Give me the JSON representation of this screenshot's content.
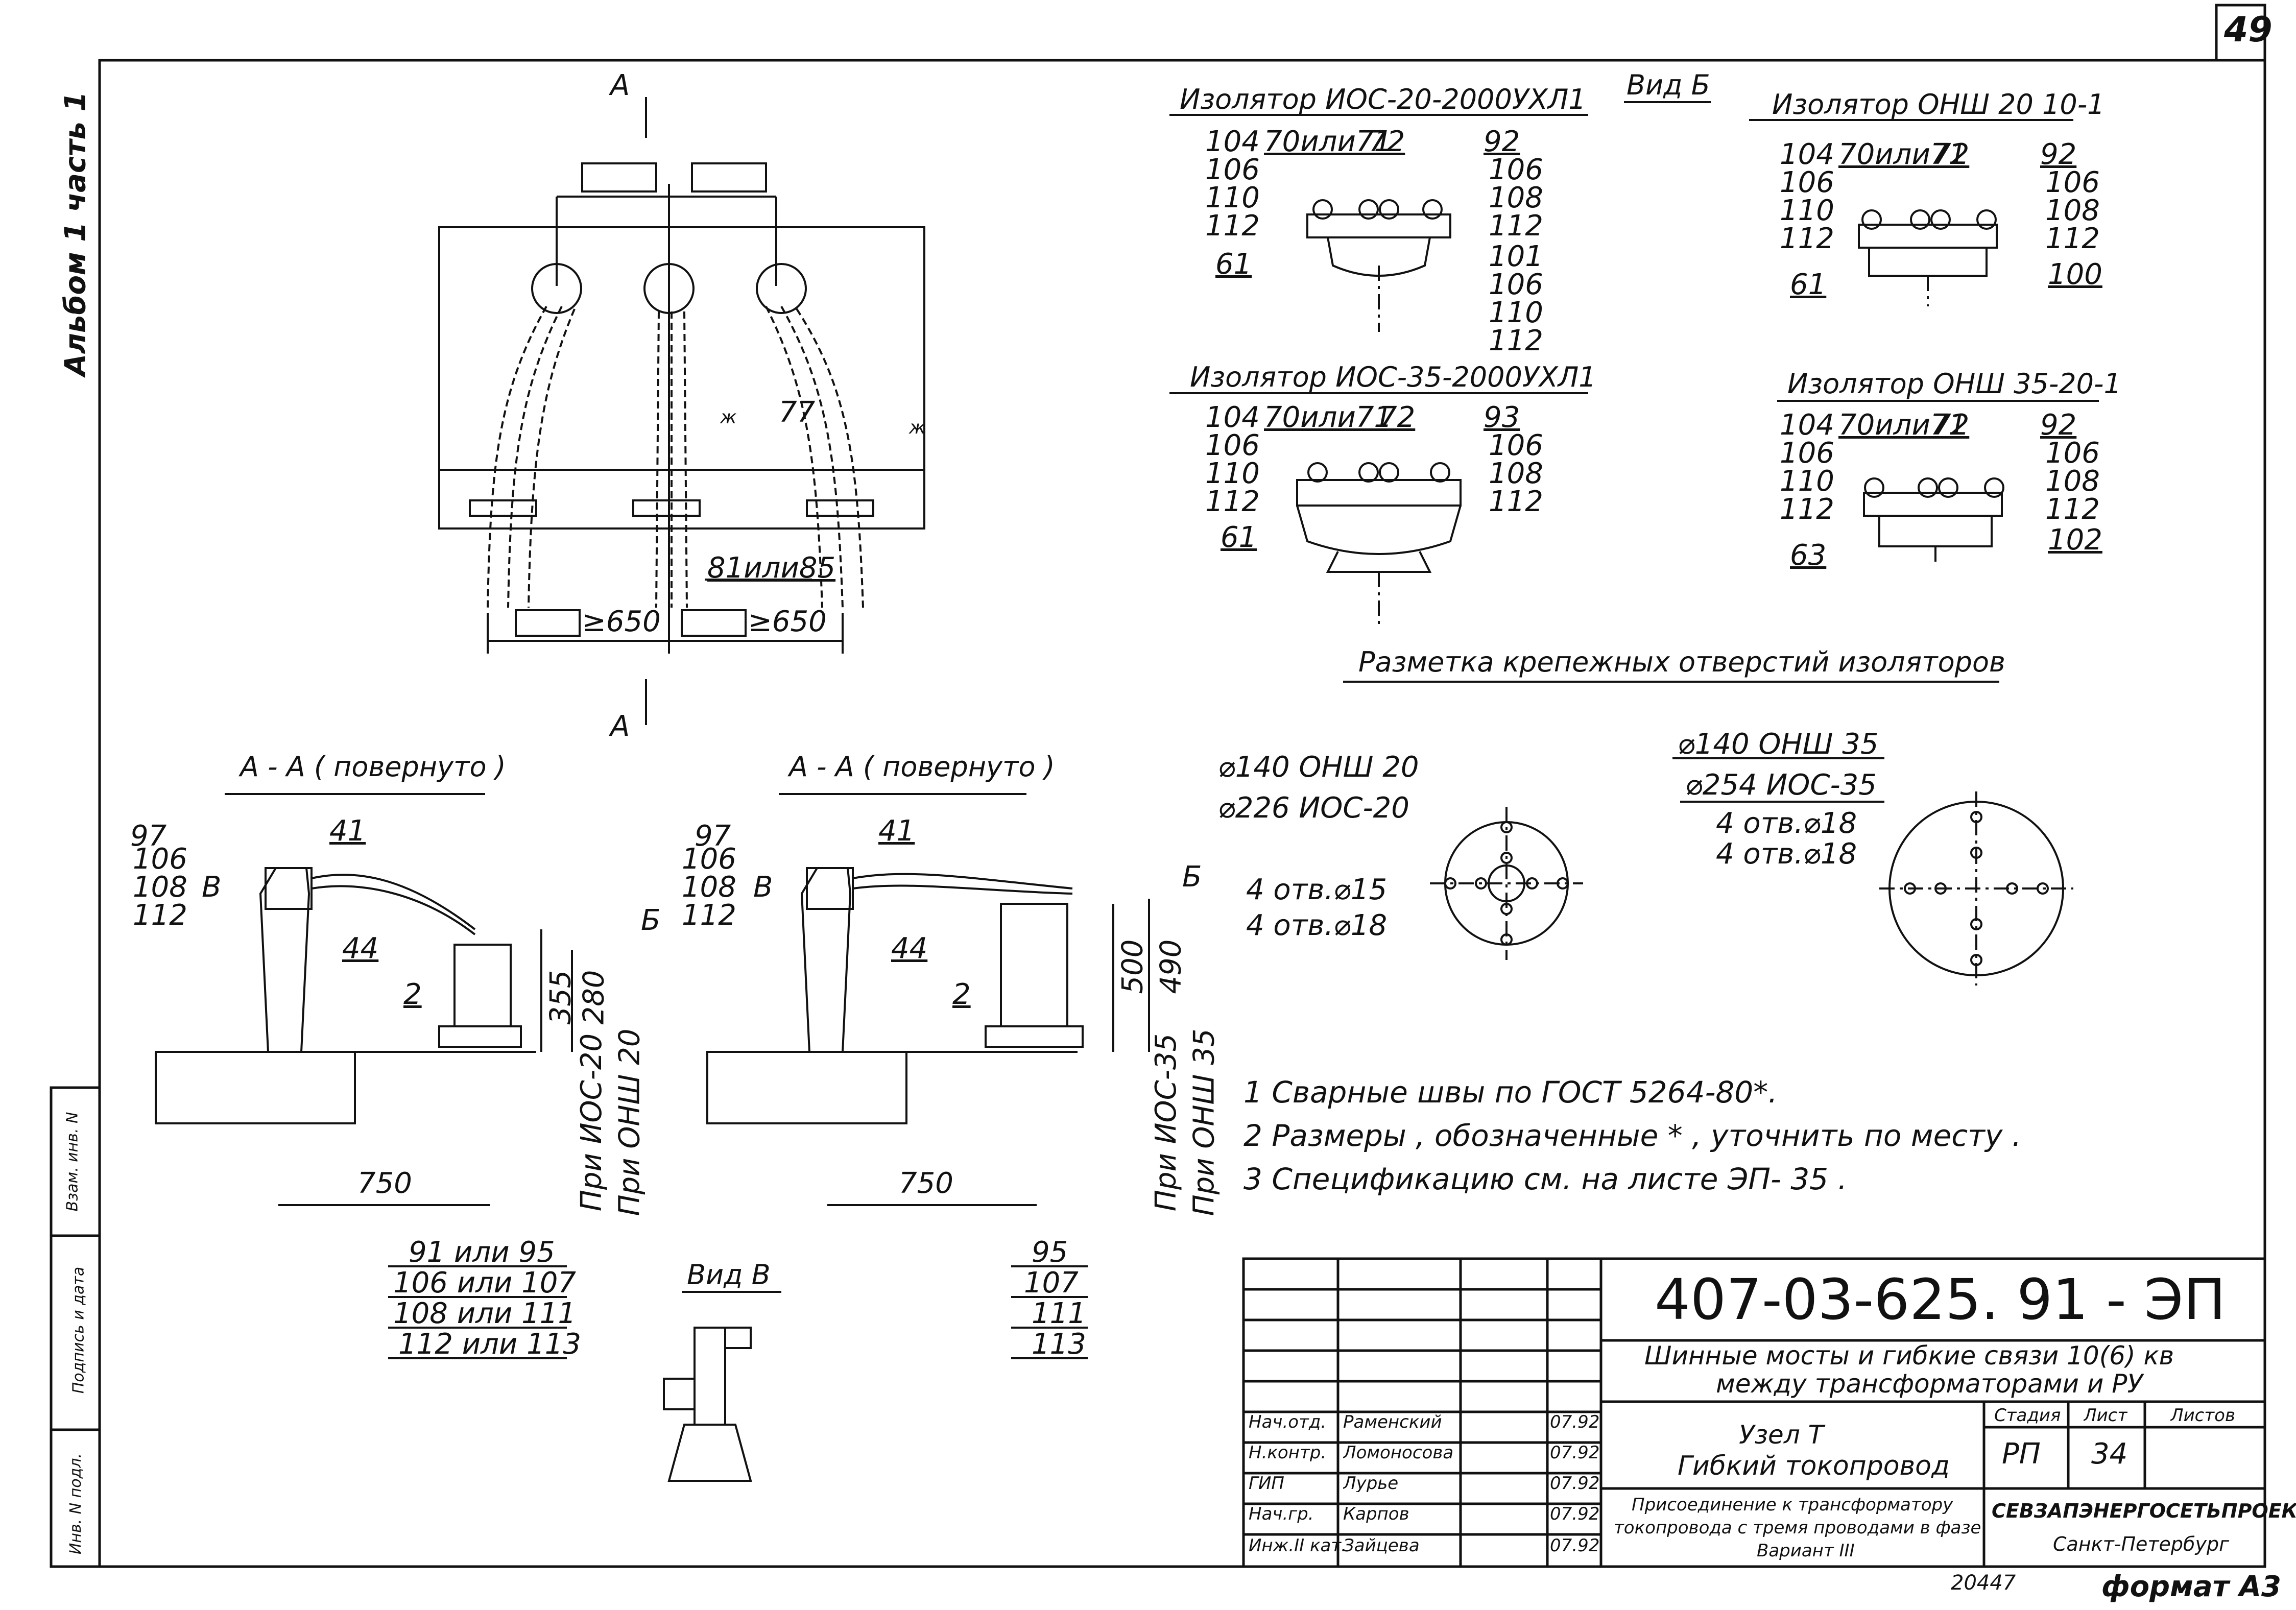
{
  "sheet_number": "49",
  "side_label": "Альбом 1 часть 1",
  "side_stamps": [
    "Инв. N подл.",
    "Подпись и дата",
    "Взам. инв. N"
  ],
  "bottom_code": "20447",
  "format": "формат А3",
  "plan": {
    "section_mark": "А",
    "dims": [
      "≥650",
      "≥650"
    ],
    "callouts": [
      "77",
      "81или85"
    ],
    "star_marks": [
      "ж",
      "ж"
    ]
  },
  "view_b_label": "Вид Б",
  "insulators": [
    {
      "title": "Изолятор ИОС-20-2000УХЛ1",
      "labels": [
        "104",
        "70или71",
        "72",
        "92",
        "106",
        "110",
        "112",
        "106",
        "108",
        "112",
        "61",
        "101",
        "106",
        "110",
        "112"
      ]
    },
    {
      "title": "Изолятор ОНШ 20 10-1",
      "labels": [
        "104",
        "70или71",
        "72",
        "92",
        "106",
        "110",
        "112",
        "106",
        "108",
        "112",
        "61",
        "100"
      ]
    },
    {
      "title": "Изолятор ИОС-35-2000УХЛ1",
      "labels": [
        "104",
        "70или71",
        "72",
        "93",
        "106",
        "110",
        "112",
        "106",
        "108",
        "112",
        "61"
      ]
    },
    {
      "title": "Изолятор ОНШ 35-20-1",
      "labels": [
        "104",
        "70или71",
        "72",
        "92",
        "106",
        "110",
        "112",
        "106",
        "108",
        "112",
        "63",
        "102"
      ]
    }
  ],
  "markup": {
    "title": "Разметка крепежных отверстий изоляторов",
    "left": [
      "⌀140  ОНШ 20",
      "⌀226  ИОС-20",
      "4 отв.⌀15",
      "4 отв.⌀18"
    ],
    "right": [
      "⌀140  ОНШ 35",
      "⌀254  ИОС-35",
      "4 отв.⌀18",
      "4 отв.⌀18"
    ]
  },
  "section_left": {
    "title": "А - А ( повернуто )",
    "labels": [
      "97",
      "106",
      "108",
      "112",
      "41",
      "44",
      "2",
      "В",
      "Б"
    ],
    "dims": [
      "355",
      "280",
      "750"
    ],
    "notes": [
      "При ИОС-20",
      "При ОНШ 20"
    ],
    "table": [
      "91 или 95",
      "106 или 107",
      "108 или 111",
      "112 или 113"
    ]
  },
  "section_right": {
    "title": "А - А ( повернуто )",
    "labels": [
      "97",
      "106",
      "108",
      "112",
      "41",
      "44",
      "2",
      "В",
      "Б"
    ],
    "dims": [
      "500",
      "490",
      "750"
    ],
    "notes": [
      "При ИОС-35",
      "При ОНШ 35"
    ],
    "table": [
      "95",
      "107",
      "111",
      "113"
    ]
  },
  "view_v_label": "Вид В",
  "notes": [
    "1  Сварные швы по ГОСТ 5264-80*.",
    "2  Размеры , обозначенные * , уточнить по месту .",
    "3  Спецификацию см. на листе ЭП- 35 ."
  ],
  "title_block": {
    "code": "407-03-625. 91 - ЭП",
    "project": [
      "Шинные мосты и гибкие связи 10(6) кв",
      "между трансформаторами и РУ"
    ],
    "signers": [
      {
        "role": "Нач.отд.",
        "name": "Раменский",
        "date": "07.92"
      },
      {
        "role": "Н.контр.",
        "name": "Ломоносова",
        "date": "07.92"
      },
      {
        "role": "ГИП",
        "name": "Лурье",
        "date": "07.92"
      },
      {
        "role": "Нач.гр.",
        "name": "Карпов",
        "date": "07.92"
      },
      {
        "role": "Инж.II кат.",
        "name": "Зайцева",
        "date": "07.92"
      }
    ],
    "node": "Узел Т",
    "node_title": "Гибкий токопровод",
    "description": [
      "Присоединение к трансформатору",
      "токопровода с тремя проводами в фазе",
      "Вариант III"
    ],
    "stage_header": "Стадия",
    "sheet_header": "Лист",
    "sheets_header": "Листов",
    "stage": "РП",
    "sheet": "34",
    "sheets": "",
    "org": "СЕВЗАПЭНЕРГОСЕТЬПРОЕКТ",
    "city": "Санкт-Петербург"
  }
}
